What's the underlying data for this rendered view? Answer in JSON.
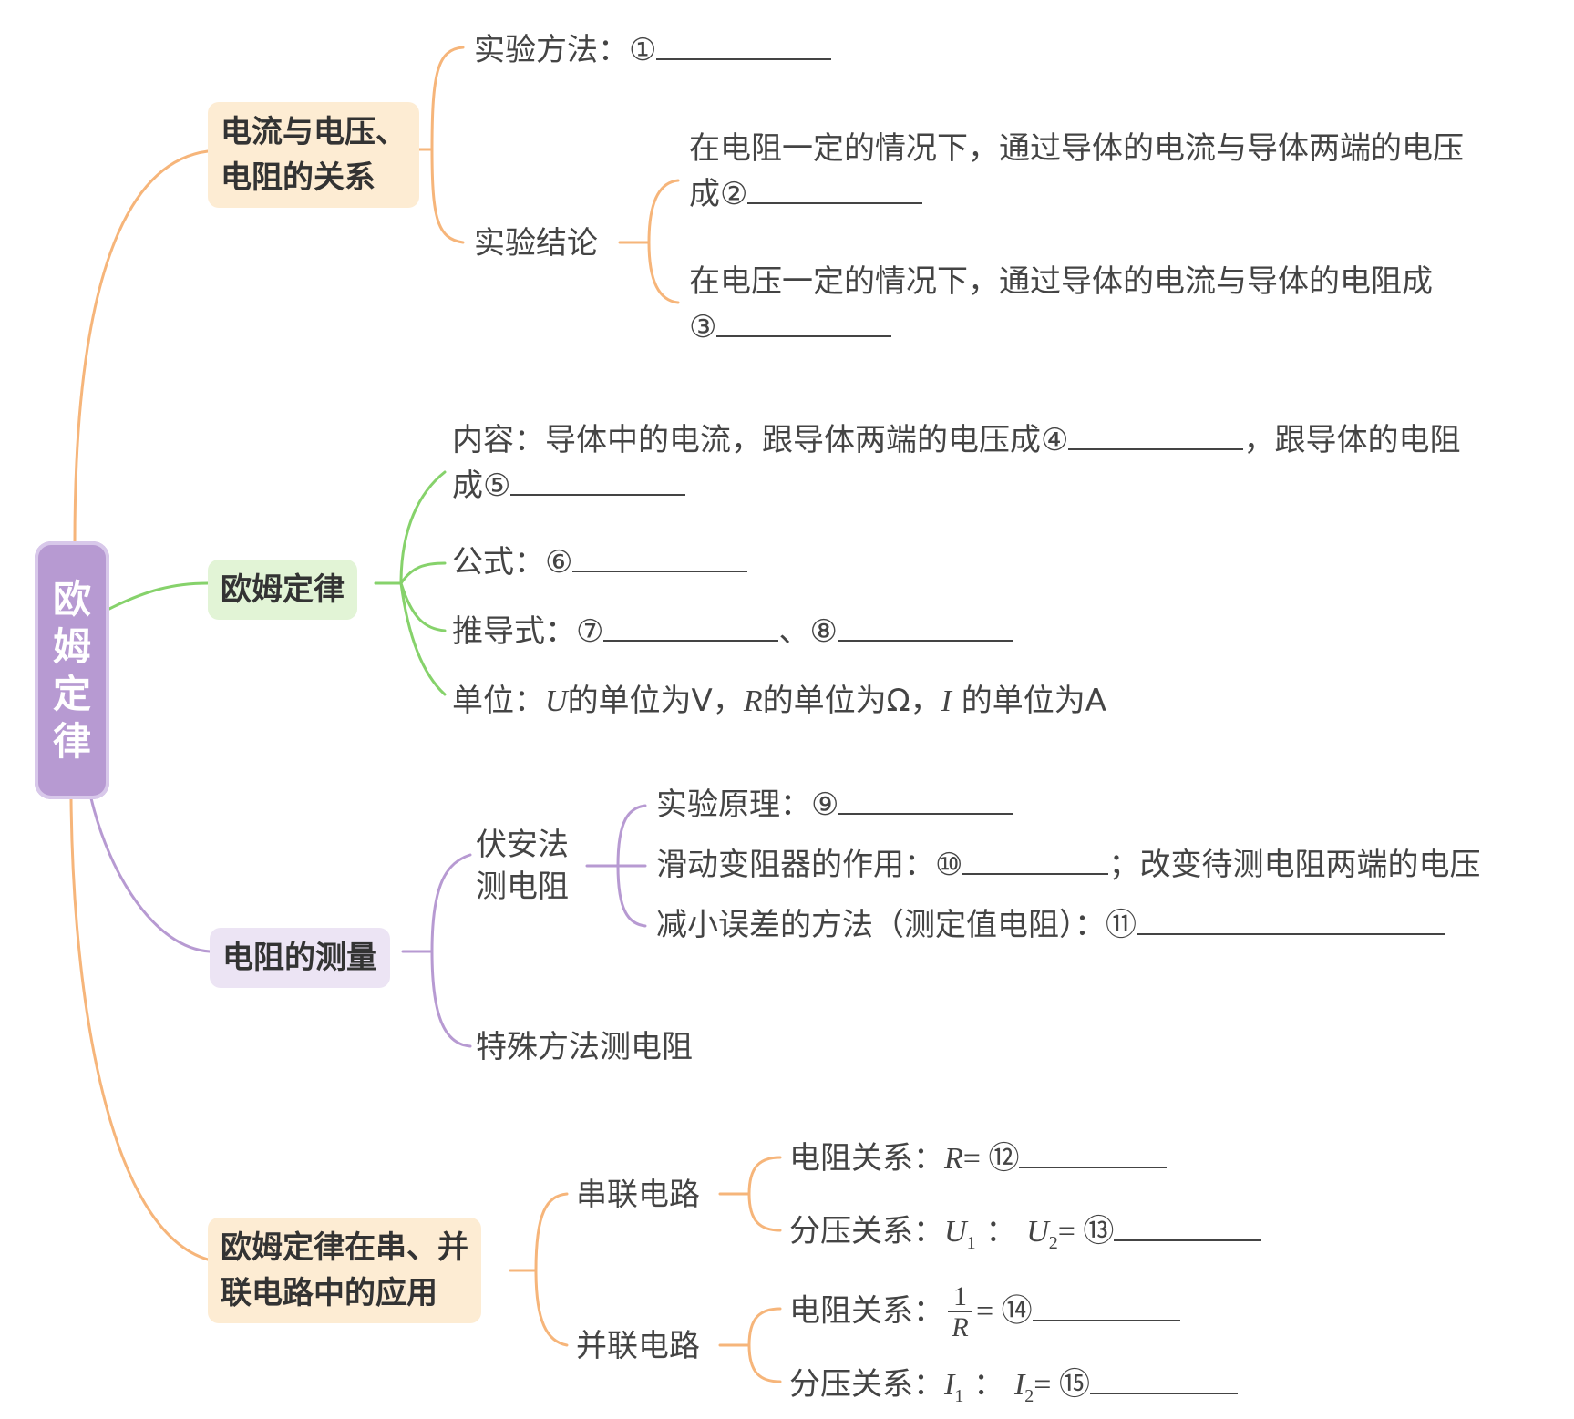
{
  "root": {
    "chars": [
      "欧",
      "姆",
      "定",
      "律"
    ]
  },
  "branches": {
    "b1": {
      "line1": "电流与电压、",
      "line2": "电阻的关系"
    },
    "b2": {
      "label": "欧姆定律"
    },
    "b3": {
      "label": "电阻的测量"
    },
    "b4": {
      "line1": "欧姆定律在串、并",
      "line2": "联电路中的应用"
    }
  },
  "b1": {
    "method": "实验方法：①",
    "conclusion": "实验结论",
    "c1_line1": "在电阻一定的情况下，通过导体的电流与导体两端的电压",
    "c1_line2": "成②",
    "c2_line1": "在电压一定的情况下，通过导体的电流与导体的电阻成",
    "c2_line2": "③"
  },
  "b2": {
    "content_line1a": "内容：导体中的电流，跟导体两端的电压成④",
    "content_line1b": "，跟导体的电阻",
    "content_line2": "成⑤",
    "formula": "公式：⑥",
    "derived_a": "推导式：⑦",
    "derived_sep": "、⑧",
    "unit_prefix": "单位：",
    "unit_U": "U",
    "unit_text1": "的单位为V，",
    "unit_R": "R",
    "unit_text2": "的单位为Ω，",
    "unit_I": "I",
    "unit_text3": " 的单位为A"
  },
  "b3": {
    "va_line1": "伏安法",
    "va_line2": "测电阻",
    "principle": "实验原理：⑨",
    "rheostat_a": "滑动变阻器的作用：⑩",
    "rheostat_b": "；改变待测电阻两端的电压",
    "error": "减小误差的方法（测定值电阻）：⑪",
    "special": "特殊方法测电阻"
  },
  "b4": {
    "series": "串联电路",
    "parallel": "并联电路",
    "s_res_a": "电阻关系：",
    "s_res_R": "R",
    "s_res_b": "= ⑫",
    "s_div_a": "分压关系：",
    "s_div_U1": "U",
    "s_div_sub1": "1",
    "s_div_colon": " ： ",
    "s_div_U2": "U",
    "s_div_sub2": "2",
    "s_div_b": "= ⑬",
    "p_res_a": "电阻关系：",
    "p_frac_num": "1",
    "p_frac_den": "R",
    "p_res_b": "= ⑭",
    "p_div_a": "分压关系：",
    "p_div_I1": "I",
    "p_div_sub1": "1",
    "p_div_colon": " ： ",
    "p_div_I2": "I",
    "p_div_sub2": "2",
    "p_div_b": "= ⑮"
  },
  "colors": {
    "orange": "#f6b57a",
    "green": "#86d26b",
    "purple": "#b79ad2",
    "root": "#b79ad2"
  }
}
